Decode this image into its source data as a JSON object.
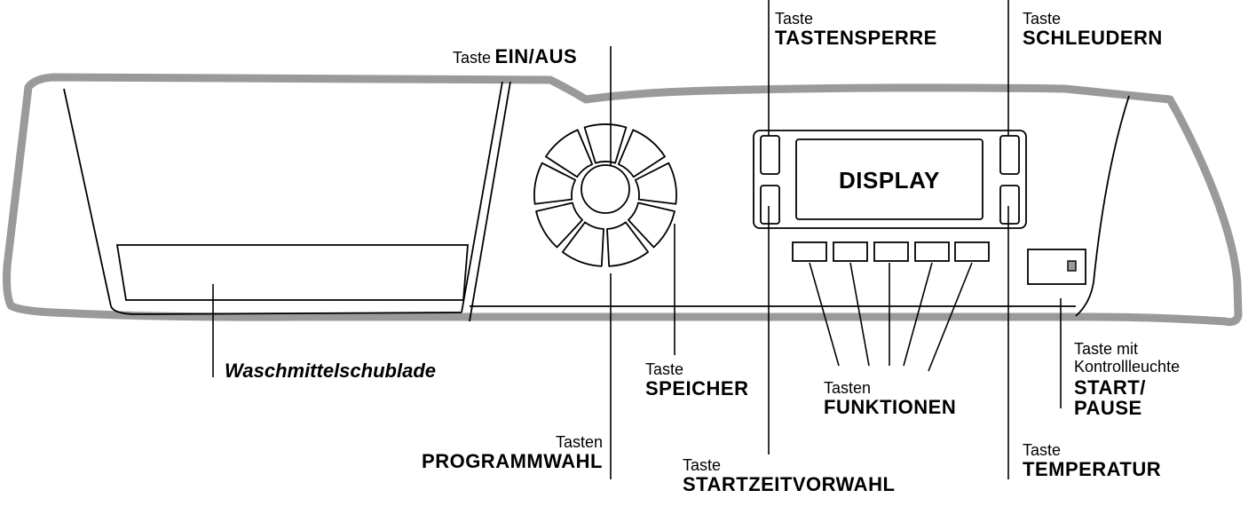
{
  "labels": {
    "ein_aus": {
      "prefix": "Taste",
      "name": "EIN/AUS"
    },
    "tastensperre": {
      "prefix": "Taste",
      "name": "TASTENSPERRE"
    },
    "schleudern": {
      "prefix": "Taste",
      "name": "SCHLEUDERN"
    },
    "display": "DISPLAY",
    "waschmittelschublade": "Waschmittelschublade",
    "speicher": {
      "prefix": "Taste",
      "name": "SPEICHER"
    },
    "funktionen": {
      "prefix": "Tasten",
      "name": "FUNKTIONEN"
    },
    "start_pause": {
      "prefix_1": "Taste mit",
      "prefix_2": "Kontrollleuchte",
      "name_1": "START/",
      "name_2": "PAUSE"
    },
    "programmwahl": {
      "prefix": "Tasten",
      "name": "PROGRAMMWAHL"
    },
    "startzeitvorwahl": {
      "prefix": "Taste",
      "name": "STARTZEITVORWAHL"
    },
    "temperatur": {
      "prefix": "Taste",
      "name": "TEMPERATUR"
    }
  },
  "colors": {
    "panel_outline": "#9a9a9a",
    "line": "#000000",
    "indicator": "#9a9a9a"
  }
}
